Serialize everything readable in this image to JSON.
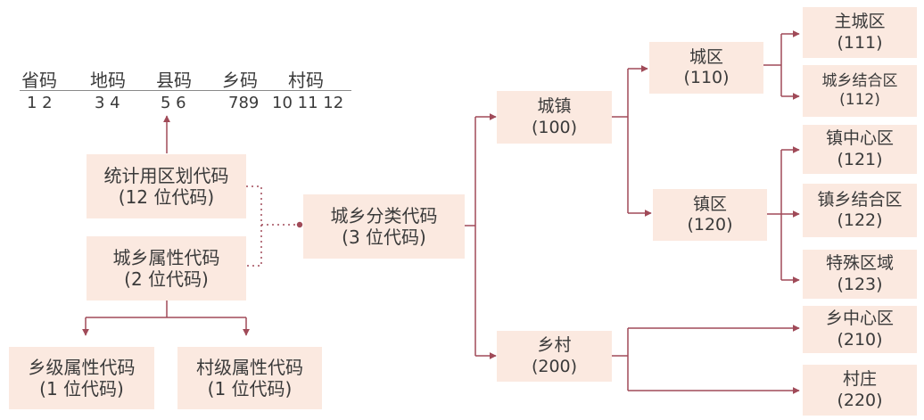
{
  "colors": {
    "box_fill": "#fbe9e0",
    "line": "#a04a58",
    "text": "#3a3a3a"
  },
  "header": {
    "labels": [
      "省码",
      "地码",
      "县码",
      "乡码",
      "村码"
    ],
    "digits": [
      "1 2",
      "3 4",
      "5 6",
      "789",
      "10 11 12"
    ]
  },
  "nodes": {
    "stat_code": {
      "title": "统计用区划代码",
      "sub": "(12 位代码)"
    },
    "urban_attr_code": {
      "title": "城乡属性代码",
      "sub": "(2 位代码)"
    },
    "township_attr_code": {
      "title": "乡级属性代码",
      "sub": "(1 位代码)"
    },
    "village_attr_code": {
      "title": "村级属性代码",
      "sub": "(1 位代码)"
    },
    "urban_rural_class": {
      "title": "城乡分类代码",
      "sub": "(3 位代码)"
    },
    "town": {
      "title": "城镇",
      "sub": "(100)"
    },
    "rural": {
      "title": "乡村",
      "sub": "(200)"
    },
    "city_area": {
      "title": "城区",
      "sub": "(110)"
    },
    "town_area": {
      "title": "镇区",
      "sub": "(120)"
    },
    "main_city": {
      "title": "主城区",
      "sub": "(111)"
    },
    "city_rural_fringe": {
      "title": "城乡结合区",
      "sub": "(112)"
    },
    "town_center": {
      "title": "镇中心区",
      "sub": "(121)"
    },
    "town_rural_fringe": {
      "title": "镇乡结合区",
      "sub": "(122)"
    },
    "special_area": {
      "title": "特殊区域",
      "sub": "(123)"
    },
    "township_center": {
      "title": "乡中心区",
      "sub": "(210)"
    },
    "village": {
      "title": "村庄",
      "sub": "(220)"
    }
  }
}
